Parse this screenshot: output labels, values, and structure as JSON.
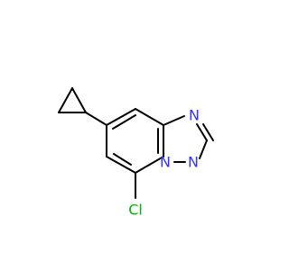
{
  "colors": {
    "background": "#ffffff",
    "bond": "#000000",
    "nitrogen": "#3333ff",
    "chlorine": "#00b300"
  },
  "molecule": {
    "atoms": [
      {
        "symbol": "N",
        "color_key": "nitrogen"
      },
      {
        "symbol": "N",
        "color_key": "nitrogen"
      },
      {
        "symbol": "N",
        "color_key": "nitrogen"
      },
      {
        "symbol": "Cl",
        "color_key": "chlorine"
      }
    ]
  }
}
